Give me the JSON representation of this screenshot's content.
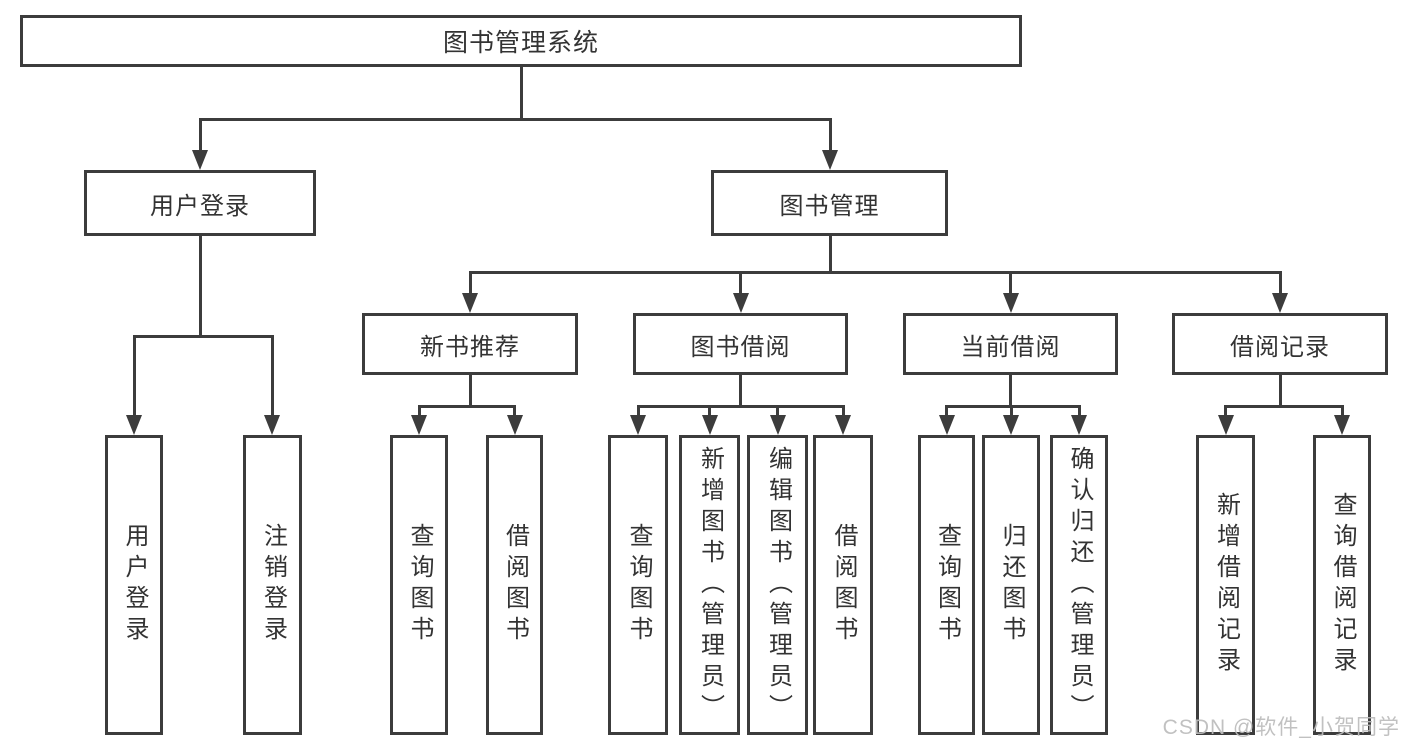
{
  "diagram": {
    "root": {
      "label": "图书管理系统"
    },
    "level2": {
      "user_login": {
        "label": "用户登录",
        "children": [
          {
            "label": "用户登录"
          },
          {
            "label": "注销登录"
          }
        ]
      },
      "book_management": {
        "label": "图书管理"
      }
    },
    "level3": [
      {
        "label": "新书推荐",
        "children": [
          {
            "label": "查询图书"
          },
          {
            "label": "借阅图书"
          }
        ]
      },
      {
        "label": "图书借阅",
        "children": [
          {
            "label": "查询图书"
          },
          {
            "label": "新增图书（管理员）"
          },
          {
            "label": "编辑图书（管理员）"
          },
          {
            "label": "借阅图书"
          }
        ]
      },
      {
        "label": "当前借阅",
        "children": [
          {
            "label": "查询图书"
          },
          {
            "label": "归还图书"
          },
          {
            "label": "确认归还（管理员）"
          }
        ]
      },
      {
        "label": "借阅记录",
        "children": [
          {
            "label": "新增借阅记录"
          },
          {
            "label": "查询借阅记录"
          }
        ]
      }
    ]
  },
  "watermark": {
    "text": "CSDN @软件_小贺同学"
  },
  "colors": {
    "line": "#3c3c3c",
    "text": "#333333",
    "background": "#ffffff",
    "watermark": "#bcbcbc"
  }
}
